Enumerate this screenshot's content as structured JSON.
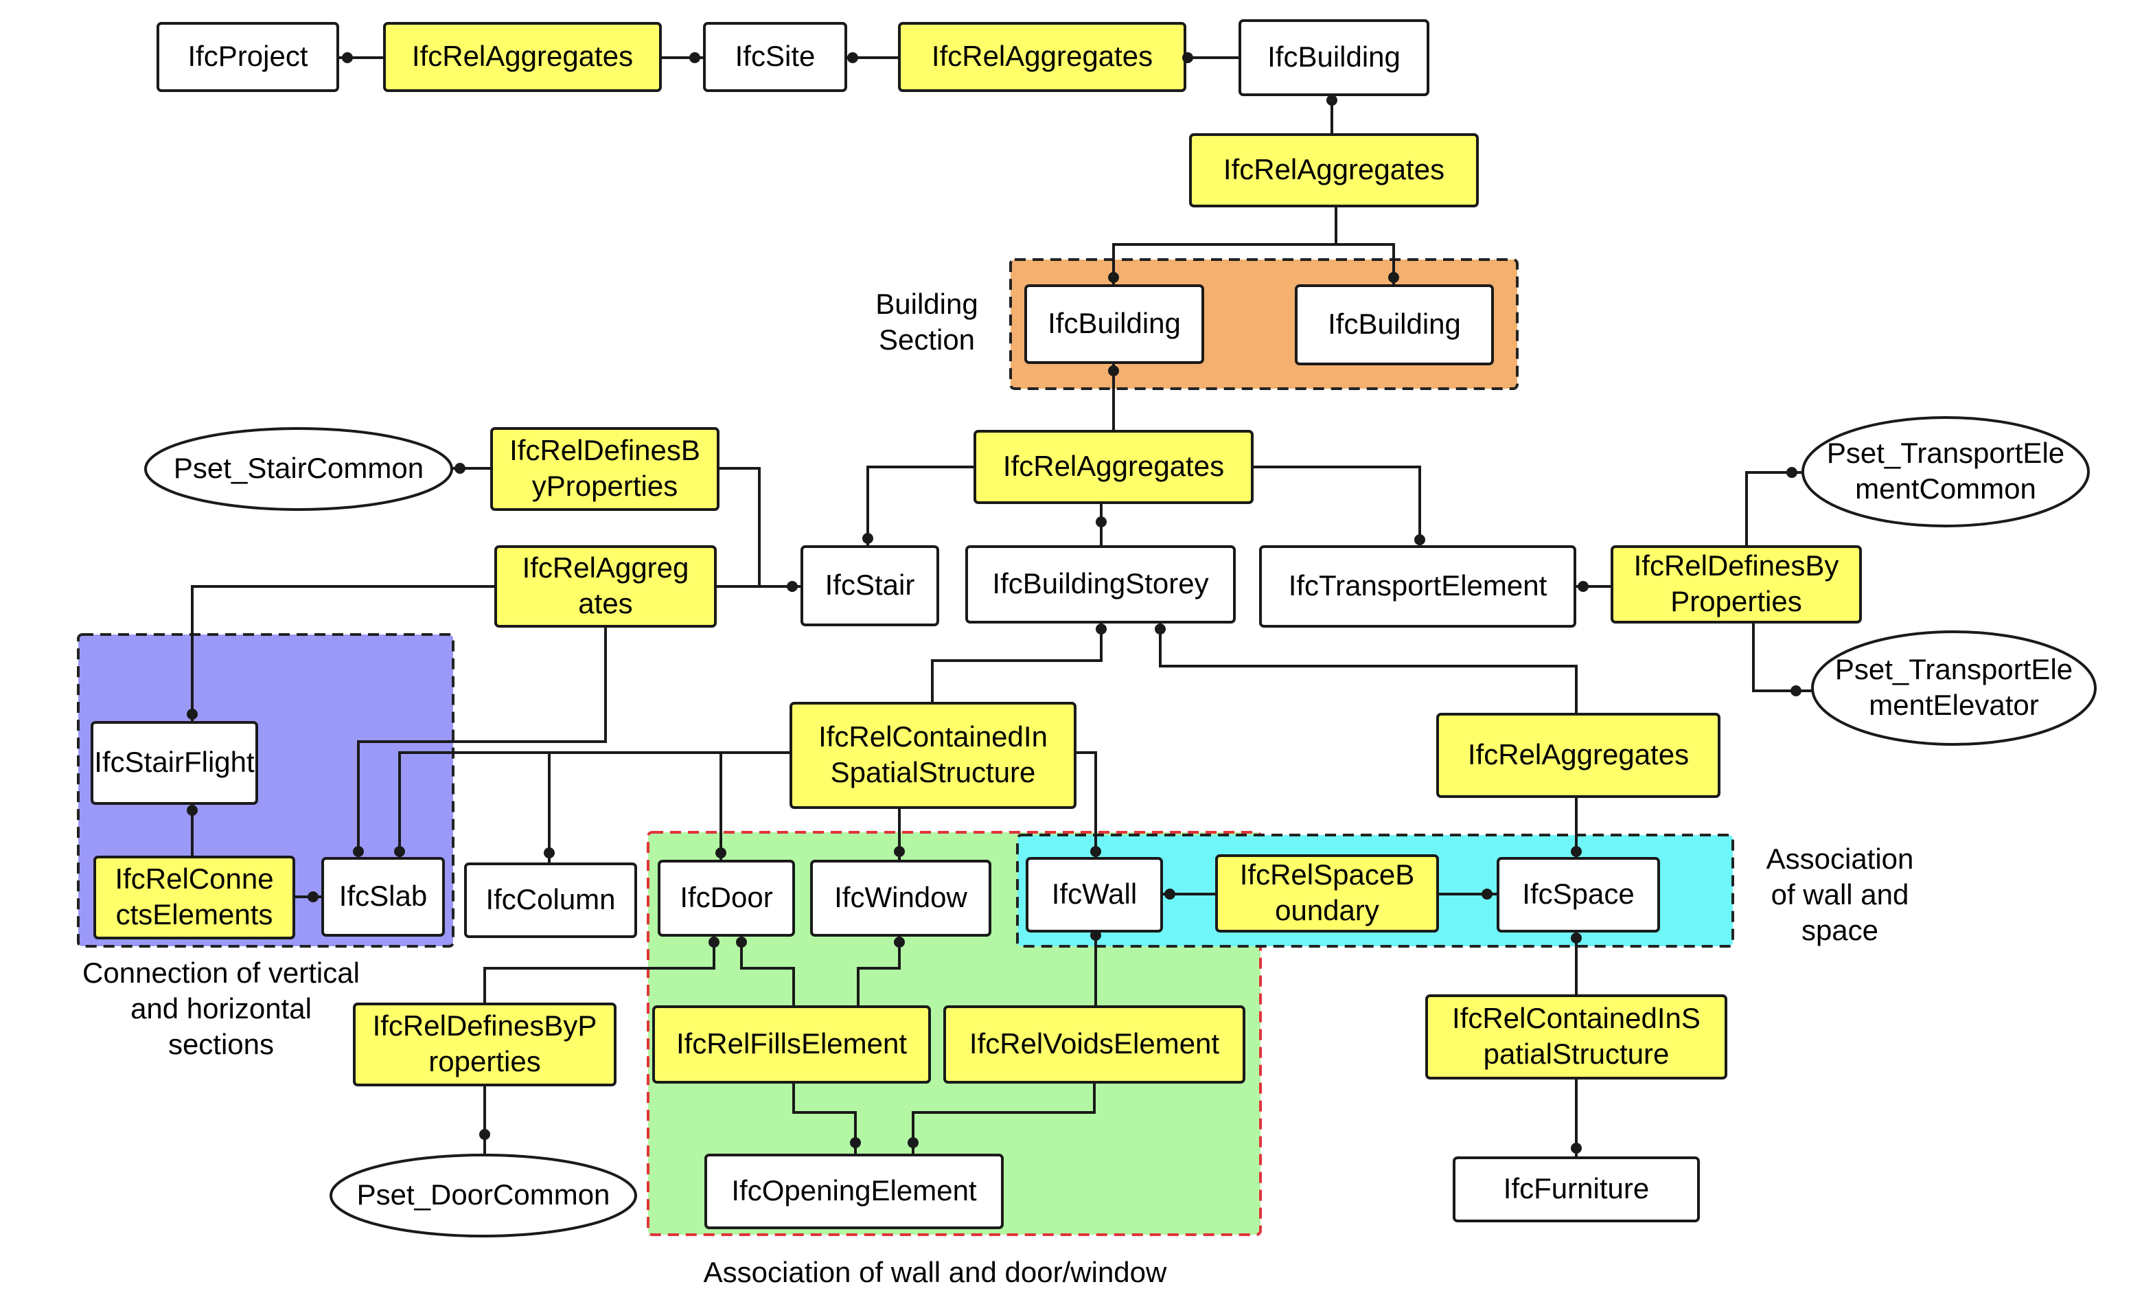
{
  "groups": {
    "building_section": {
      "label": [
        "Building",
        "Section"
      ],
      "color": "#f3b06e",
      "border": "#222222"
    },
    "vertical_horizontal": {
      "label": [
        "Connection of vertical",
        "and horizontal",
        "sections"
      ],
      "color": "#9b99f7",
      "border": "#222222"
    },
    "wall_door_window": {
      "label": [
        "Association of wall and door/window"
      ],
      "color": "#b3f7a4",
      "border": "#e0343a"
    },
    "wall_space": {
      "label": [
        "Association",
        "of wall and",
        "space"
      ],
      "color": "#6ff6f8",
      "border": "#222222"
    }
  },
  "nodes": {
    "ifc_project": {
      "kind": "entity",
      "label": [
        "IfcProject"
      ]
    },
    "rel_agg_1": {
      "kind": "relation",
      "label": [
        "IfcRelAggregates"
      ]
    },
    "ifc_site": {
      "kind": "entity",
      "label": [
        "IfcSite"
      ]
    },
    "rel_agg_2": {
      "kind": "relation",
      "label": [
        "IfcRelAggregates"
      ]
    },
    "ifc_building_top": {
      "kind": "entity",
      "label": [
        "IfcBuilding"
      ]
    },
    "rel_agg_3": {
      "kind": "relation",
      "label": [
        "IfcRelAggregates"
      ]
    },
    "ifc_building_a": {
      "kind": "entity",
      "label": [
        "IfcBuilding"
      ]
    },
    "ifc_building_b": {
      "kind": "entity",
      "label": [
        "IfcBuilding"
      ]
    },
    "rel_agg_4": {
      "kind": "relation",
      "label": [
        "IfcRelAggregates"
      ]
    },
    "pset_stair_common": {
      "kind": "pset",
      "label": [
        "Pset_StairCommon"
      ]
    },
    "rel_def_props_stair": {
      "kind": "relation",
      "label": [
        "IfcRelDefinesB",
        "yProperties"
      ]
    },
    "rel_agg_5": {
      "kind": "relation",
      "label": [
        "IfcRelAggreg",
        "ates"
      ]
    },
    "ifc_stair": {
      "kind": "entity",
      "label": [
        "IfcStair"
      ]
    },
    "ifc_building_storey": {
      "kind": "entity",
      "label": [
        "IfcBuildingStorey"
      ]
    },
    "ifc_transport_element": {
      "kind": "entity",
      "label": [
        "IfcTransportElement"
      ]
    },
    "rel_def_props_transport": {
      "kind": "relation",
      "label": [
        "IfcRelDefinesBy",
        "Properties"
      ]
    },
    "pset_transport_common": {
      "kind": "pset",
      "label": [
        "Pset_TransportEle",
        "mentCommon"
      ]
    },
    "pset_transport_elevator": {
      "kind": "pset",
      "label": [
        "Pset_TransportEle",
        "mentElevator"
      ]
    },
    "ifc_stair_flight": {
      "kind": "entity",
      "label": [
        "IfcStairFlight"
      ]
    },
    "rel_contained_1": {
      "kind": "relation",
      "label": [
        "IfcRelContainedIn",
        "SpatialStructure"
      ]
    },
    "rel_agg_6": {
      "kind": "relation",
      "label": [
        "IfcRelAggregates"
      ]
    },
    "rel_connects": {
      "kind": "relation",
      "label": [
        "IfcRelConne",
        "ctsElements"
      ]
    },
    "ifc_slab": {
      "kind": "entity",
      "label": [
        "IfcSlab"
      ]
    },
    "ifc_column": {
      "kind": "entity",
      "label": [
        "IfcColumn"
      ]
    },
    "ifc_door": {
      "kind": "entity",
      "label": [
        "IfcDoor"
      ]
    },
    "ifc_window": {
      "kind": "entity",
      "label": [
        "IfcWindow"
      ]
    },
    "ifc_wall": {
      "kind": "entity",
      "label": [
        "IfcWall"
      ]
    },
    "rel_space_boundary": {
      "kind": "relation",
      "label": [
        "IfcRelSpaceB",
        "oundary"
      ]
    },
    "ifc_space": {
      "kind": "entity",
      "label": [
        "IfcSpace"
      ]
    },
    "rel_def_props_door": {
      "kind": "relation",
      "label": [
        "IfcRelDefinesByP",
        "roperties"
      ]
    },
    "rel_fills": {
      "kind": "relation",
      "label": [
        "IfcRelFillsElement"
      ]
    },
    "rel_voids": {
      "kind": "relation",
      "label": [
        "IfcRelVoidsElement"
      ]
    },
    "rel_contained_2": {
      "kind": "relation",
      "label": [
        "IfcRelContainedInS",
        "patialStructure"
      ]
    },
    "pset_door_common": {
      "kind": "pset",
      "label": [
        "Pset_DoorCommon"
      ]
    },
    "ifc_opening_element": {
      "kind": "entity",
      "label": [
        "IfcOpeningElement"
      ]
    },
    "ifc_furniture": {
      "kind": "entity",
      "label": [
        "IfcFurniture"
      ]
    }
  }
}
